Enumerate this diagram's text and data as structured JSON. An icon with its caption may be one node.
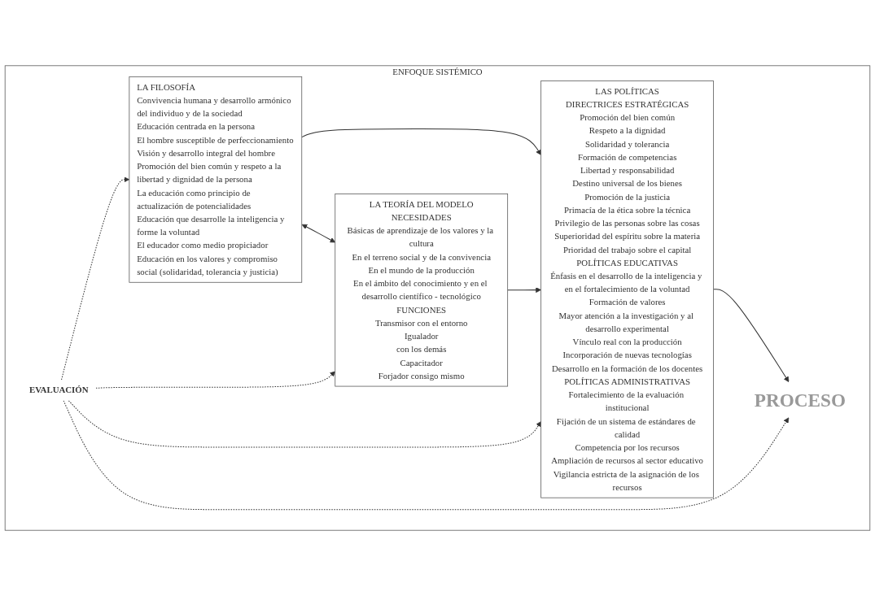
{
  "diagram": {
    "nodes": [
      {
        "text": [
          "ENFOQUE SISTÉMICO"
        ]
      },
      {
        "text": [
          "LA FILOSOFÍA",
          "Convivencia humana y desarrollo armónico del individuo y de la sociedad",
          "Educación centrada en la persona",
          "El hombre susceptible de perfeccionamiento",
          "Visión y desarrollo integral del hombre",
          "Promoción del bien común y respeto a la libertad y dignidad de la persona",
          "La educación como principio de actualización de potencialidades",
          "Educación que desarrolle la inteligencia y forme la voluntad",
          "El educador como medio propiciador",
          "Educación en los valores y compromiso social (solidaridad, tolerancia y justicia)"
        ],
        "in": 0
      },
      {
        "text": [
          "LA TEORÍA DEL MODELO",
          "NECESIDADES",
          "Básicas de aprendizaje de los valores y la cultura",
          "En el terreno social y de la convivencia",
          "En el mundo de la producción",
          "En el ámbito del conocimiento y en el desarrollo científico - tecnológico",
          "FUNCIONES",
          "Transmisor con el entorno",
          "Igualador",
          "con los demás",
          "Capacitador",
          "Forjador consigo mismo"
        ],
        "in": 0
      },
      {
        "text": [
          "LAS POLÍTICAS",
          "DIRECTRICES ESTRATÉGICAS",
          "Promoción del bien común",
          "Respeto a la dignidad",
          "Solidaridad y tolerancia",
          "Formación de competencias",
          "Libertad y responsabilidad",
          "Destino universal de los bienes",
          "Promoción de la justicia",
          "Primacía de la ética sobre la técnica",
          "Privilegio de las personas sobre las cosas",
          "Superioridad del espíritu sobre la materia",
          "Prioridad del trabajo sobre el capital",
          "POLÍTICAS EDUCATIVAS",
          "Énfasis en el desarrollo de la inteligencia y en el fortalecimiento de la voluntad",
          "Formación de valores",
          "Mayor atención a la investigación y al desarrollo experimental",
          "Vínculo real con la producción",
          "Incorporación de nuevas tecnologías",
          "Desarrollo en la formación de los docentes",
          "POLÍTICAS ADMINISTRATIVAS",
          "Fortalecimiento de la evaluación institucional",
          "Fijación de un sistema de estándares de calidad",
          "Competencia por los recursos",
          "Ampliación de recursos al sector educativo",
          "Vigilancia estricta de la asignación de los recursos"
        ],
        "in": 0
      },
      {
        "text": [
          "PROCESO"
        ],
        "in": 0
      },
      {
        "text": [
          "EVALUACIÓN"
        ],
        "in": 0
      }
    ],
    "edges": [
      {
        "from": 1,
        "to": 2,
        "arrow": "both"
      },
      {
        "from": 1,
        "to": 3,
        "arrow": "to"
      },
      {
        "from": 2,
        "to": 3,
        "arrow": "to"
      },
      {
        "from": 3,
        "to": 4,
        "arrow": "to"
      },
      {
        "from": 5,
        "to": 4,
        "arrow": "to",
        "style": "dashed"
      },
      {
        "from": 5,
        "to": 3,
        "arrow": "to",
        "style": "dashed"
      },
      {
        "from": 5,
        "to": 2,
        "arrow": "to",
        "style": "dashed"
      },
      {
        "from": 5,
        "to": 1,
        "arrow": "to",
        "style": "dashed"
      }
    ]
  }
}
